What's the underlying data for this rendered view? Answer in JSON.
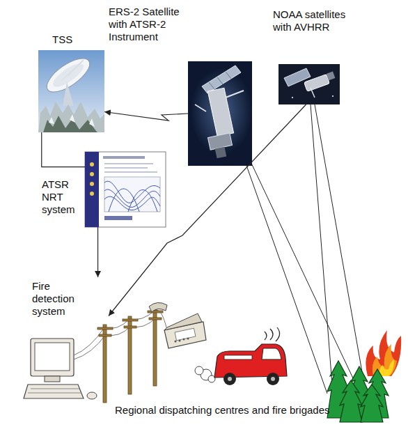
{
  "diagram": {
    "nodes": [
      {
        "text": [
          "ERS-2 Satellite with ATSR-2 Instrument"
        ]
      },
      {
        "text": [
          "NOAA satellites with AVHRR"
        ]
      },
      {
        "text": [
          "TSS"
        ]
      },
      {
        "text": [
          "ATSR NRT system"
        ]
      },
      {
        "text": [
          "Fire detection system"
        ]
      }
    ],
    "edges": [
      {
        "from": 0,
        "to": 2,
        "arrow": "to"
      },
      {
        "from": 2,
        "to": 3,
        "arrow": "none"
      },
      {
        "from": 3,
        "to": 4,
        "arrow": "to"
      },
      {
        "from": 1,
        "to": 4,
        "arrow": "to"
      }
    ],
    "labels": [
      "Regional dispatching centres and fire brigades"
    ]
  }
}
